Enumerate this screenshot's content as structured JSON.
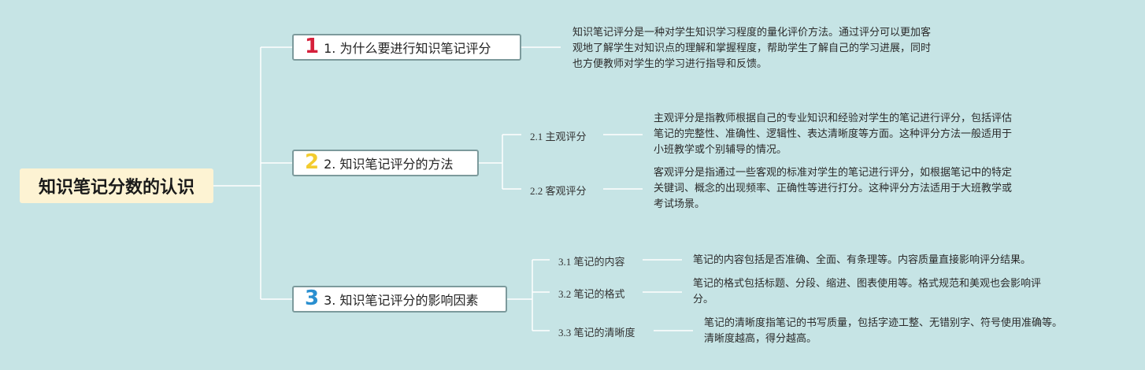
{
  "root": {
    "title": "知识笔记分数的认识"
  },
  "topics": [
    {
      "number": "1",
      "number_color": "#d6203b",
      "label": "1. 为什么要进行知识笔记评分",
      "note": [
        "知识笔记评分是一种对学生知识学习程度的量化评价方法。通过评分可以更加客",
        "观地了解学生对知识点的理解和掌握程度，帮助学生了解自己的学习进展，同时",
        "也方便教师对学生的学习进行指导和反馈。"
      ]
    },
    {
      "number": "2",
      "number_color": "#f3cc2f",
      "label": "2. 知识笔记评分的方法",
      "children": [
        {
          "label": "2.1 主观评分",
          "note": [
            "主观评分是指教师根据自己的专业知识和经验对学生的笔记进行评分，包括评估",
            "笔记的完整性、准确性、逻辑性、表达清晰度等方面。这种评分方法一般适用于",
            "小班教学或个别辅导的情况。"
          ]
        },
        {
          "label": "2.2 客观评分",
          "note": [
            "客观评分是指通过一些客观的标准对学生的笔记进行评分，如根据笔记中的特定",
            "关键词、概念的出现频率、正确性等进行打分。这种评分方法适用于大班教学或",
            "考试场景。"
          ]
        }
      ]
    },
    {
      "number": "3",
      "number_color": "#2a8fd0",
      "label": "3. 知识笔记评分的影响因素",
      "children": [
        {
          "label": "3.1 笔记的内容",
          "note": [
            "笔记的内容包括是否准确、全面、有条理等。内容质量直接影响评分结果。"
          ]
        },
        {
          "label": "3.2 笔记的格式",
          "note": [
            "笔记的格式包括标题、分段、缩进、图表使用等。格式规范和美观也会影响评",
            "分。"
          ]
        },
        {
          "label": "3.3 笔记的清晰度",
          "note": [
            "笔记的清晰度指笔记的书写质量，包括字迹工整、无错别字、符号使用准确等。",
            "清晰度越高，得分越高。"
          ]
        }
      ]
    }
  ]
}
